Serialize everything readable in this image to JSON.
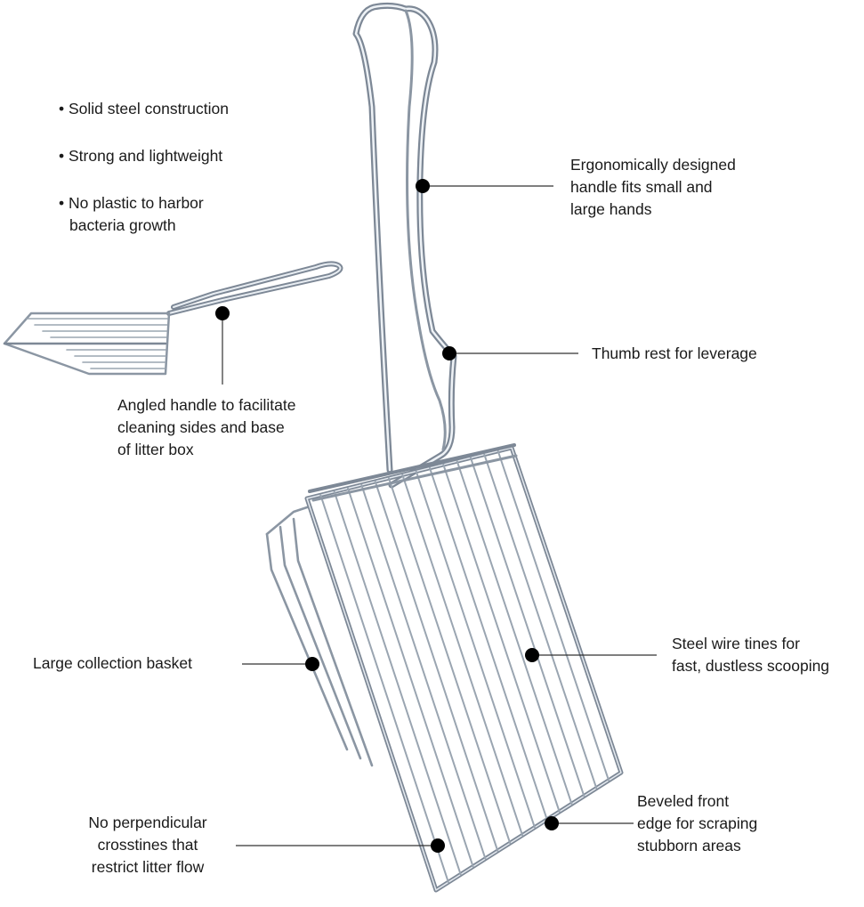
{
  "colors": {
    "wire_light": "#dfe5ec",
    "wire_dark": "#7d8896",
    "wire_mid": "#aab4bf",
    "text": "#1a1a1a",
    "dot": "#000000"
  },
  "features": [
    "Solid steel construction",
    "Strong and lightweight",
    [
      "No plastic to harbor",
      "bacteria growth"
    ]
  ],
  "callouts": {
    "handle": [
      "Ergonomically designed",
      "handle fits small and",
      "large hands"
    ],
    "thumb_rest": [
      "Thumb rest for leverage"
    ],
    "angled_handle": [
      "Angled handle to facilitate",
      "cleaning sides and base",
      "of litter box"
    ],
    "basket": [
      "Large collection basket"
    ],
    "tines": [
      "Steel wire tines for",
      "fast, dustless scooping"
    ],
    "beveled_edge": [
      "Beveled front",
      "edge for scraping",
      "stubborn areas"
    ],
    "no_crosstines": [
      "No perpendicular",
      "crosstines that",
      "restrict litter flow"
    ]
  }
}
